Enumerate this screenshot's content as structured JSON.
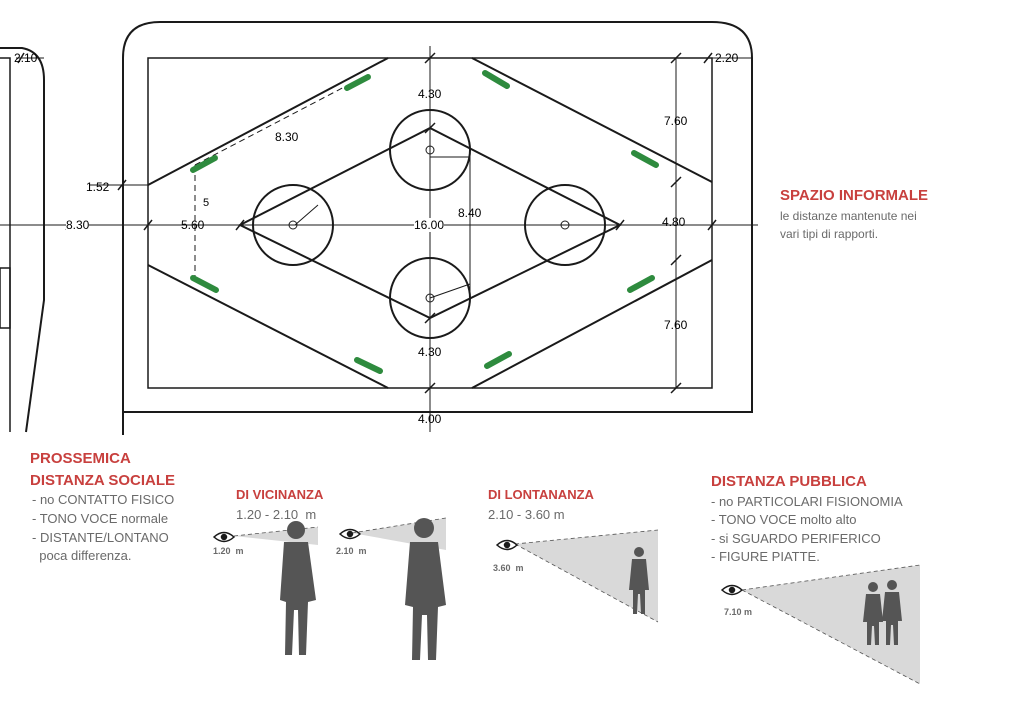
{
  "plan": {
    "dims": {
      "d_2_10": "2.10",
      "d_2_20": "2.20",
      "d_4_30_top": "4.30",
      "d_7_60_top": "7.60",
      "d_8_30_diag": "8.30",
      "d_1_52": "1.52",
      "d_5": "5",
      "d_8_40": "8.40",
      "d_8_30_left": "8.30",
      "d_5_60": "5.60",
      "d_16_00": "16.00",
      "d_4_80": "4.80",
      "d_7_60_bottom": "7.60",
      "d_4_30_bottom": "4.30",
      "d_4_00": "4.00"
    }
  },
  "informale": {
    "title": "SPAZIO INFORMALE",
    "desc_line1": "le distanze mantenute nei",
    "desc_line2": "vari tipi di rapporti."
  },
  "sociale": {
    "title1": "PROSSEMICA",
    "title2": "DISTANZA SOCIALE",
    "items": [
      "- no CONTATTO FISICO",
      "- TONO VOCE normale",
      "- DISTANTE/LONTANO",
      "  poca differenza."
    ]
  },
  "vicinanza": {
    "title": "DI VICINANZA",
    "range": "1.20 - 2.10  m",
    "m1": "1.20  m",
    "m2": "2.10  m"
  },
  "lontananza": {
    "title": "DI LONTANANZA",
    "range": "2.10 - 3.60 m",
    "m": "3.60  m"
  },
  "pubblica": {
    "title": "DISTANZA PUBBLICA",
    "items": [
      "- no PARTICOLARI FISIONOMIA",
      "- TONO VOCE molto alto",
      "- si SGUARDO PERIFERICO",
      "- FIGURE PIATTE."
    ],
    "m": "7.10 m"
  },
  "icons": [
    "eye-icon",
    "person-silhouette"
  ],
  "colors": {
    "accent_red": "#c8403e",
    "marker_green": "#2e8b3e",
    "line": "#1a1a1a",
    "cone": "#d9d9d9",
    "figure": "#555555"
  }
}
